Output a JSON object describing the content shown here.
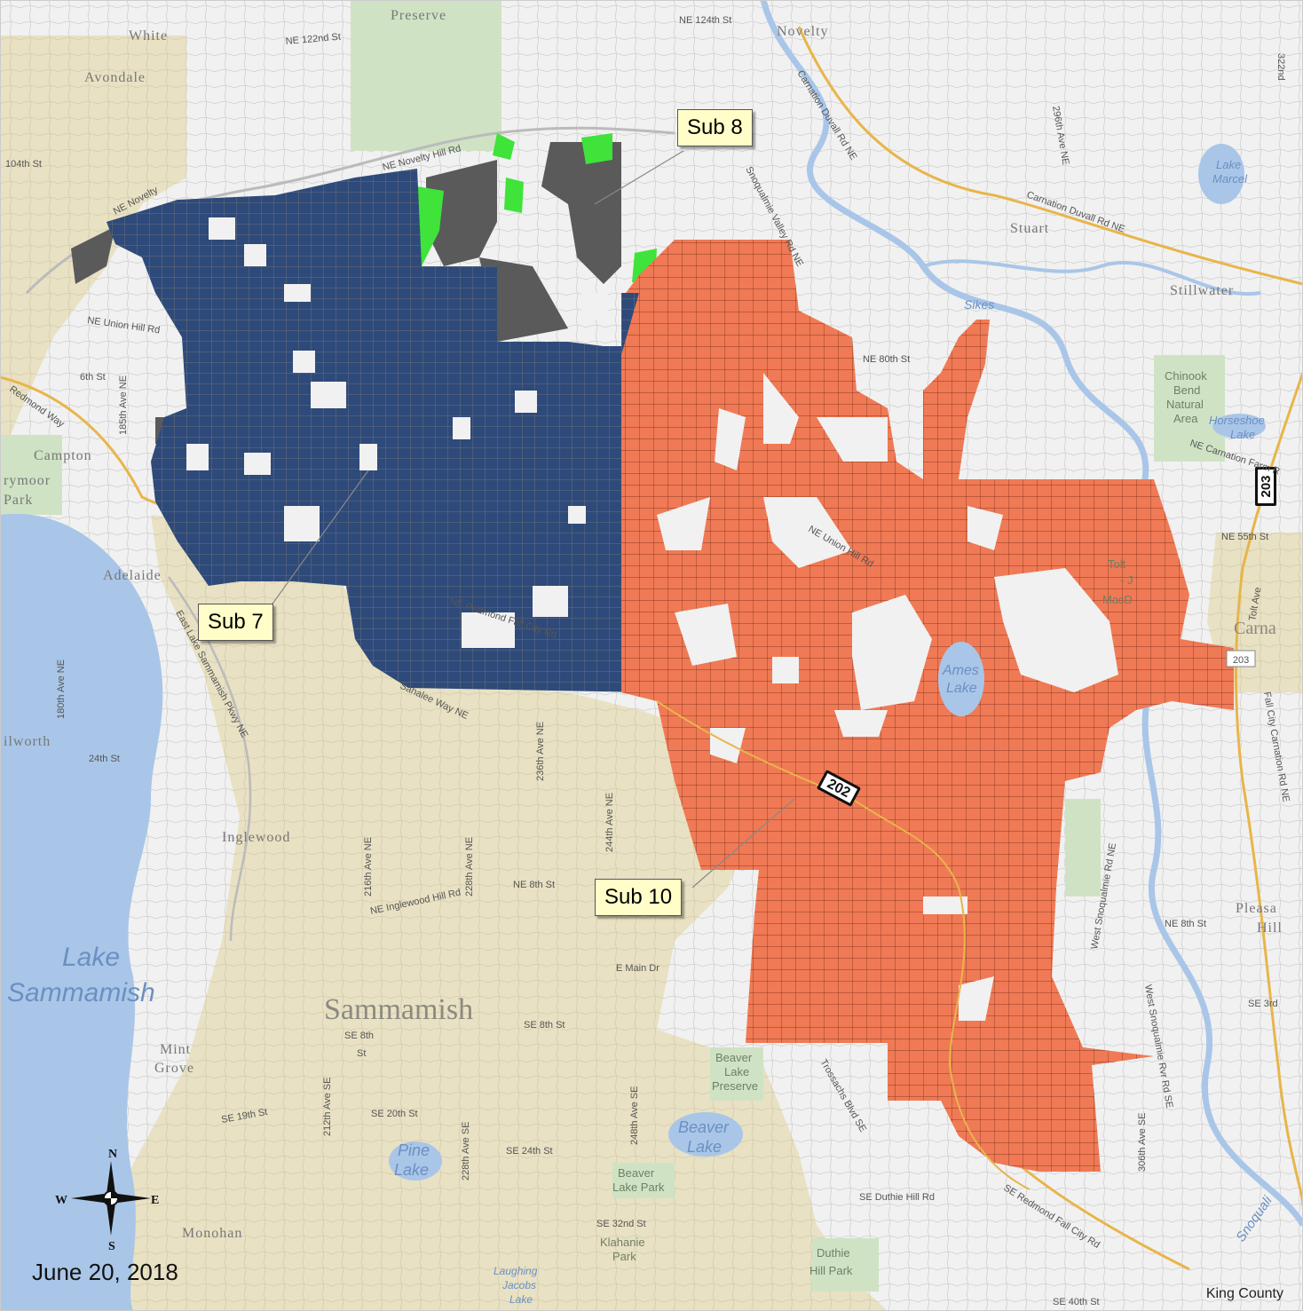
{
  "map": {
    "date": "June 20, 2018",
    "attribution": "King County",
    "colors": {
      "sub7": "#2e4a7a",
      "sub8_grey": "#5a5a5a",
      "sub8_green": "#3fe33a",
      "sub10": "#f07a55",
      "city_area": "#e8e1c3",
      "background": "#f2f2f2",
      "water": "#a9c6e8",
      "park": "#cfe3c4",
      "road_major": "#e8b54a"
    },
    "callouts": {
      "sub7": "Sub 7",
      "sub8": "Sub 8",
      "sub10": "Sub 10"
    },
    "places": {
      "white": "White",
      "avondale": "Avondale",
      "novelty": "Novelty",
      "stuart": "Stuart",
      "stillwater": "Stillwater",
      "campton": "Campton",
      "marymoor": "rymoor",
      "marymoor_park": "Park",
      "adelaide": "Adelaide",
      "inglewood": "Inglewood",
      "sammamish": "Sammamish",
      "mint": "Mint",
      "grove": "Grove",
      "monohan": "Monohan",
      "pleasant": "Pleasa",
      "hill": "Hill",
      "carnation": "Carna",
      "preserve": "Preserve",
      "ilworth": "ilworth",
      "tolt": "Tolt",
      "tolt_j": "- J",
      "tolt_mac": "MacD",
      "beaver_preserve_1": "Beaver",
      "beaver_preserve_2": "Lake",
      "beaver_preserve_3": "Preserve",
      "beaver_park_1": "Beaver",
      "beaver_park_2": "Lake Park",
      "duthie_1": "Duthie",
      "duthie_2": "Hill Park",
      "chinook_1": "Chinook",
      "chinook_2": "Bend",
      "chinook_3": "Natural",
      "chinook_4": "Area",
      "klahanie_1": "Klahanie",
      "klahanie_2": "Park",
      "laughing_1": "Laughing",
      "laughing_2": "Jacobs",
      "laughing_3": "Lake"
    },
    "water_labels": {
      "lake_sammamish_1": "Lake",
      "lake_sammamish_2": "Sammamish",
      "pine_1": "Pine",
      "pine_2": "Lake",
      "beaver_1": "Beaver",
      "beaver_2": "Lake",
      "ames_1": "Ames",
      "ames_2": "Lake",
      "sikes_1": "Sikes",
      "marcel_1": "Lake",
      "marcel_2": "Marcel",
      "horseshoe_1": "Horseshoe",
      "horseshoe_2": "Lake",
      "snoqualmie": "Snoquali"
    },
    "roads": {
      "ne_124th": "NE 124th St",
      "ne_122nd": "NE 122nd St",
      "ne_104th": "104th St",
      "ne_novelty_hill": "NE Novelty Hill Rd",
      "ne_novelty": "NE Novelty",
      "ne_union_hill": "NE Union Hill Rd",
      "ne_80th": "NE 80th St",
      "ne_55th": "NE 55th St",
      "ne_8th": "NE 8th St",
      "ne_8th_east": "NE 8th St",
      "se_8th_1": "SE 8th",
      "se_8th_2": "St",
      "se_8th_mid": "SE 8th St",
      "se_20th": "SE 20th St",
      "se_19th": "SE 19th St",
      "se_24th": "SE 24th St",
      "se_32nd": "SE 32nd St",
      "se_40th": "SE 40th St",
      "se_3rd": "SE 3rd",
      "ne_24th": "24th St",
      "ne_6th": "6th St",
      "redmond_way": "Redmond Way",
      "carnation_duvall": "Carnation Duvall Rd NE",
      "carnation_duvall_2": "Carnation Duvall Rd NE",
      "e_lake_sammamish": "East Lake Sammamish Pkwy NE",
      "se_redmond_fall_city": "SE Redmond Fall City Rd",
      "ne_inglewood_hill": "NE Inglewood Hill Rd",
      "route_202": "202",
      "route_203": "203",
      "route_203_b": "203",
      "ave_244": "244th Ave NE",
      "ave_236": "236th Ave NE",
      "ave_228": "228th Ave NE",
      "ave_216": "216th Ave NE",
      "ave_212": "212th Ave SE",
      "ave_228_se": "228th Ave SE",
      "ave_248": "248th Ave SE",
      "ave_185": "185th Ave NE",
      "ave_180": "180th Ave NE",
      "ave_296": "296th Ave NE",
      "ave_306": "306th Ave SE",
      "ave_322": "322nd",
      "e_main": "E Main Dr",
      "snoqualmie_valley": "Snoqualmie Valley Rd NE",
      "west_snoqualmie": "West Snoqualmie Rd NE",
      "west_snoqualmie_river": "West Snoqualmie Rvr Rd SE",
      "sahalee": "Sahalee Way NE",
      "trossachs": "Trossachs Blvd SE",
      "se_duthie": "SE Duthie Hill Rd",
      "fall_city": "Fall City Carnation Rd NE",
      "ne_carnation_farm": "NE Carnation Farm R",
      "tolt_ave": "Tolt Ave",
      "ne_redmond_fall": "NE Redmond Fall City Rd",
      "ne_union_east": "NE Union Hill Rd"
    }
  }
}
